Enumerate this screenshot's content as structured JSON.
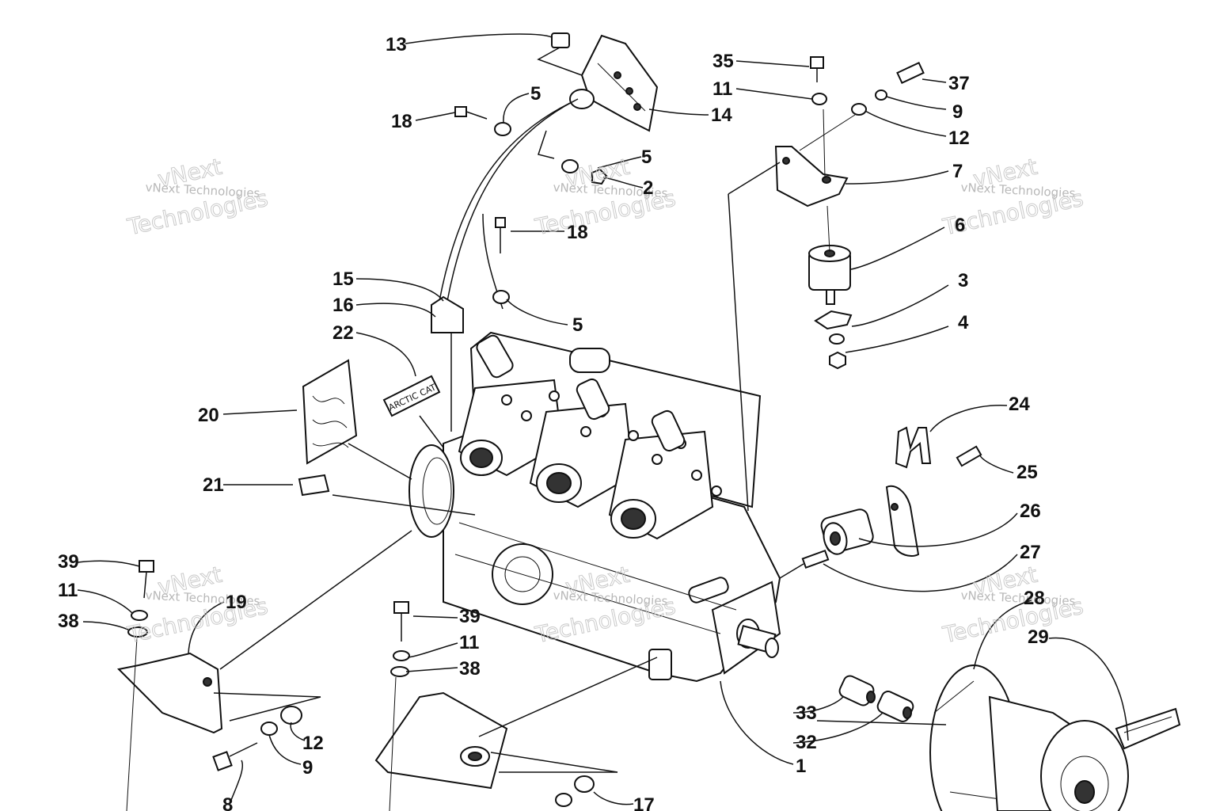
{
  "callouts": {
    "n13": "13",
    "n5a": "5",
    "n18a": "18",
    "n14": "14",
    "n5b": "5",
    "n2": "2",
    "n18b": "18",
    "n15": "15",
    "n16": "16",
    "n5c": "5",
    "n22": "22",
    "n20": "20",
    "n21": "21",
    "n35": "35",
    "n11a": "11",
    "n37": "37",
    "n9a": "9",
    "n12a": "12",
    "n7": "7",
    "n6": "6",
    "n3": "3",
    "n4": "4",
    "n24": "24",
    "n25": "25",
    "n26": "26",
    "n27": "27",
    "n28": "28",
    "n29": "29",
    "n39a": "39",
    "n11b": "11",
    "n19": "19",
    "n38a": "38",
    "n39b": "39",
    "n11c": "11",
    "n38b": "38",
    "n33": "33",
    "n32": "32",
    "n1": "1",
    "n12b": "12",
    "n9b": "9",
    "n8": "8",
    "n17": "17"
  },
  "watermarks": {
    "small_text": "vNext Technologies",
    "big_line1": "vNext",
    "big_line2": "Technologies"
  },
  "decal_text": "ARCTIC CAT"
}
